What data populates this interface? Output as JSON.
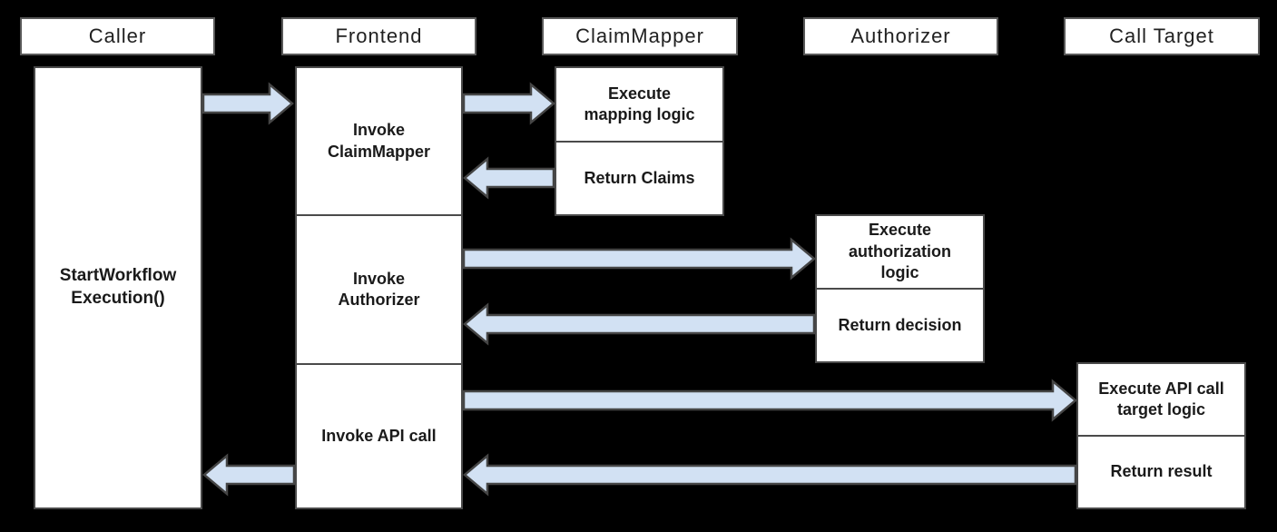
{
  "diagram": {
    "participants": [
      {
        "label": "Caller"
      },
      {
        "label": "Frontend"
      },
      {
        "label": "ClaimMapper"
      },
      {
        "label": "Authorizer"
      },
      {
        "label": "Call Target"
      }
    ],
    "caller": {
      "activation_label": "StartWorkflow\nExecution()"
    },
    "frontend": {
      "steps": [
        {
          "label": "Invoke\nClaimMapper"
        },
        {
          "label": "Invoke\nAuthorizer"
        },
        {
          "label": "Invoke API call"
        }
      ]
    },
    "claim_mapper": {
      "steps": [
        {
          "label": "Execute\nmapping logic"
        },
        {
          "label": "Return Claims"
        }
      ]
    },
    "authorizer": {
      "steps": [
        {
          "label": "Execute\nauthorization\nlogic"
        },
        {
          "label": "Return decision"
        }
      ]
    },
    "call_target": {
      "steps": [
        {
          "label": "Execute API call\ntarget logic"
        },
        {
          "label": "Return result"
        }
      ]
    },
    "messages": [
      {
        "from": "Caller",
        "to": "Frontend",
        "type": "call"
      },
      {
        "from": "Frontend",
        "to": "ClaimMapper",
        "type": "call"
      },
      {
        "from": "ClaimMapper",
        "to": "Frontend",
        "type": "return"
      },
      {
        "from": "Frontend",
        "to": "Authorizer",
        "type": "call"
      },
      {
        "from": "Authorizer",
        "to": "Frontend",
        "type": "return"
      },
      {
        "from": "Frontend",
        "to": "Call Target",
        "type": "call"
      },
      {
        "from": "Call Target",
        "to": "Frontend",
        "type": "return"
      },
      {
        "from": "Frontend",
        "to": "Caller",
        "type": "return"
      }
    ],
    "colors": {
      "background": "#000000",
      "box_fill": "#ffffff",
      "box_border": "#4a4a4a",
      "header_border": "#595959",
      "arrow_fill": "#d2e1f3",
      "arrow_outline": "#454545",
      "text": "#1a1a1a"
    }
  }
}
